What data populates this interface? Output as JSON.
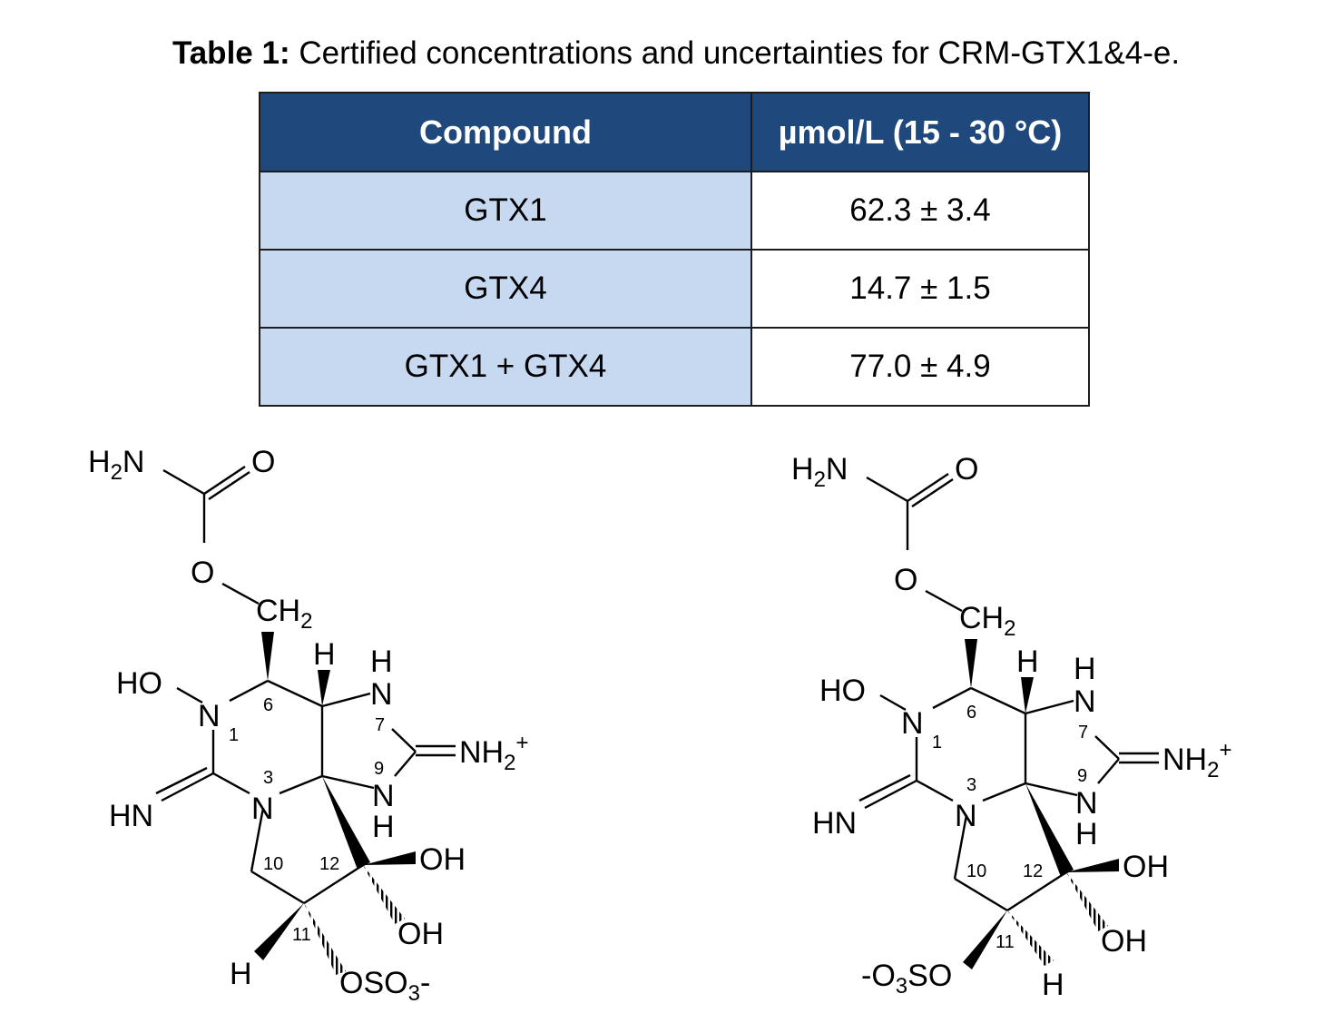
{
  "caption": {
    "bold": "Table 1:",
    "text": " Certified concentrations and uncertainties for CRM-GTX1&4-e."
  },
  "table": {
    "headers": [
      "Compound",
      "µmol/L (15 - 30 °C)"
    ],
    "rows": [
      {
        "compound": "GTX1",
        "value": "62.3 ± 3.4"
      },
      {
        "compound": "GTX4",
        "value": "14.7 ± 1.5"
      },
      {
        "compound": "GTX1 + GTX4",
        "value": "77.0 ± 4.9"
      }
    ],
    "colors": {
      "header_bg": "#1f497d",
      "header_text": "#ffffff",
      "compound_bg": "#c6d9f1"
    }
  },
  "structures": {
    "atoms": {
      "h2n": "H",
      "h2n_sub": "2",
      "h2n_n": "N",
      "o_carbonyl": "O",
      "o_ester": "O",
      "ch2": "CH",
      "ch2_sub": "2",
      "h_top": "H",
      "ho": "HO",
      "n1": "N",
      "hn": "HN",
      "n3": "N",
      "n7_h": "H",
      "n7": "N",
      "n9": "N",
      "n9_h": "H",
      "nh2": "NH",
      "nh2_sub": "2",
      "nh2_sup": "+",
      "oh1": "OH",
      "oh2": "OH",
      "h_bottom": "H"
    },
    "numbers": {
      "n1": "1",
      "n3": "3",
      "c6": "6",
      "n7": "7",
      "n9": "9",
      "c10": "10",
      "c11": "11",
      "c12": "12"
    },
    "left": {
      "sulfate": "OSO",
      "sulfate_sub": "3",
      "sulfate_end": "-"
    },
    "right": {
      "sulfate_start": "-O",
      "sulfate_sub": "3",
      "sulfate_end": "SO"
    }
  }
}
